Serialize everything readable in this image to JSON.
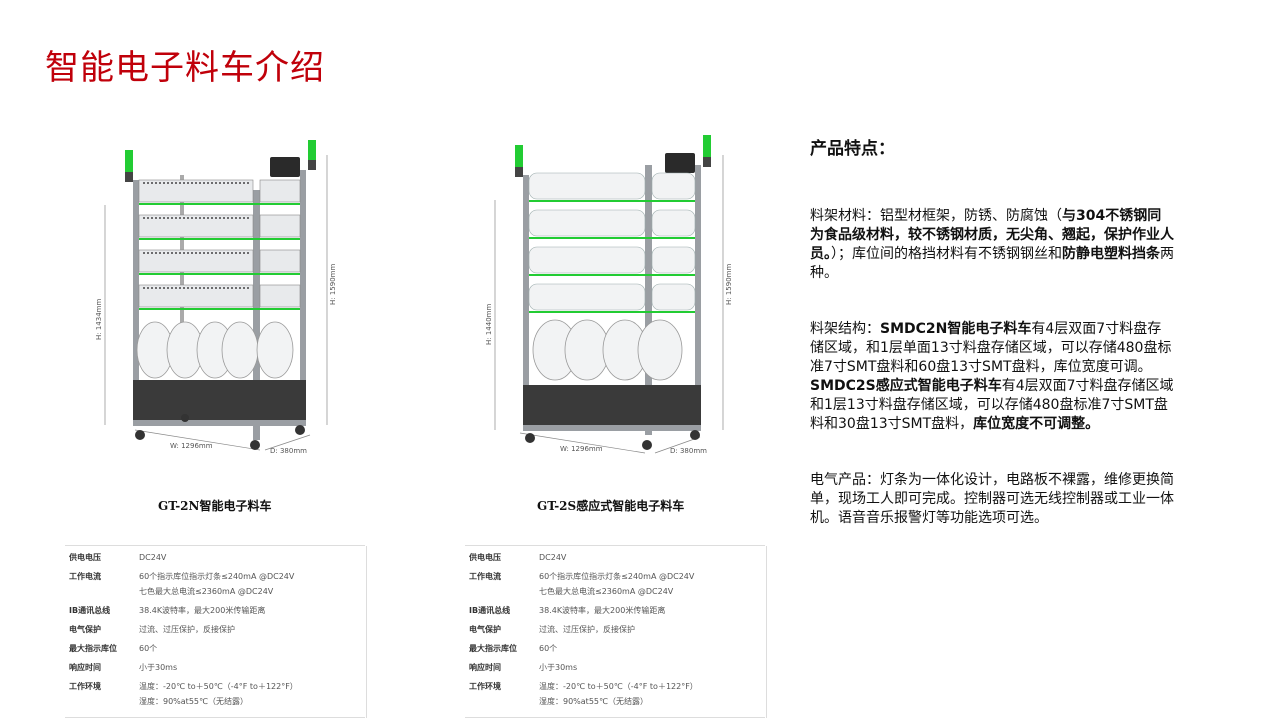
{
  "title": "智能电子料车介绍",
  "products": [
    {
      "caption": "GT-2N智能电子料车",
      "dims": {
        "h1": "H: 1434mm",
        "h2": "H: 1590mm",
        "w": "W: 1296mm",
        "d": "D: 380mm"
      }
    },
    {
      "caption": "GT-2S感应式智能电子料车",
      "dims": {
        "h1": "H: 1440mm",
        "h2": "H: 1590mm",
        "w": "W: 1296mm",
        "d": "D: 380mm"
      }
    }
  ],
  "spec_table": [
    {
      "key": "供电电压",
      "value": "DC24V",
      "value2": ""
    },
    {
      "key": "工作电流",
      "value": "60个指示库位指示灯条≤240mA @DC24V",
      "value2": "七色最大总电流≤2360mA @DC24V"
    },
    {
      "key": "IB通讯总线",
      "value": "38.4K波特率，最大200米传输距离",
      "value2": ""
    },
    {
      "key": "电气保护",
      "value": "过流、过压保护，反接保护",
      "value2": ""
    },
    {
      "key": "最大指示库位",
      "value": "60个",
      "value2": ""
    },
    {
      "key": "响应时间",
      "value": "小于30ms",
      "value2": ""
    },
    {
      "key": "工作环境",
      "value": "温度：-20℃ to＋50℃（-4°F to＋122°F）",
      "value2": "湿度：90%at55℃（无结露）"
    }
  ],
  "features": {
    "heading": "产品特点：",
    "p1": {
      "a": "料架材料：铝型材框架，防锈、防腐蚀（",
      "b": "与304不锈钢同为食品级材料，较不锈钢材质，无尖角、翘起，保护作业人员。",
      "c": "）；库位间的格挡材料有不锈钢钢丝和",
      "d": "防静电塑料挡条",
      "e": "两种。"
    },
    "p2": {
      "a": "料架结构：",
      "b": "SMDC2N智能电子料车",
      "c": "有4层双面7寸料盘存储区域，和1层单面13寸料盘存储区域，可以存储480盘标准7寸SMT盘料和60盘13寸SMT盘料，库位宽度可调。",
      "d": "SMDC2S感应式智能电子料车",
      "e": "有4层双面7寸料盘存储区域和1层13寸料盘存储区域，可以存储480盘标准7寸SMT盘料和30盘13寸SMT盘料，",
      "f": "库位宽度不可调整。"
    },
    "p3": "电气产品：灯条为一体化设计，电路板不裸露，维修更换简单，现场工人即可完成。控制器可选无线控制器或工业一体机。语音音乐报警灯等功能选项可选。"
  },
  "colors": {
    "title": "#c0000a",
    "light_green": "#22cc33"
  }
}
